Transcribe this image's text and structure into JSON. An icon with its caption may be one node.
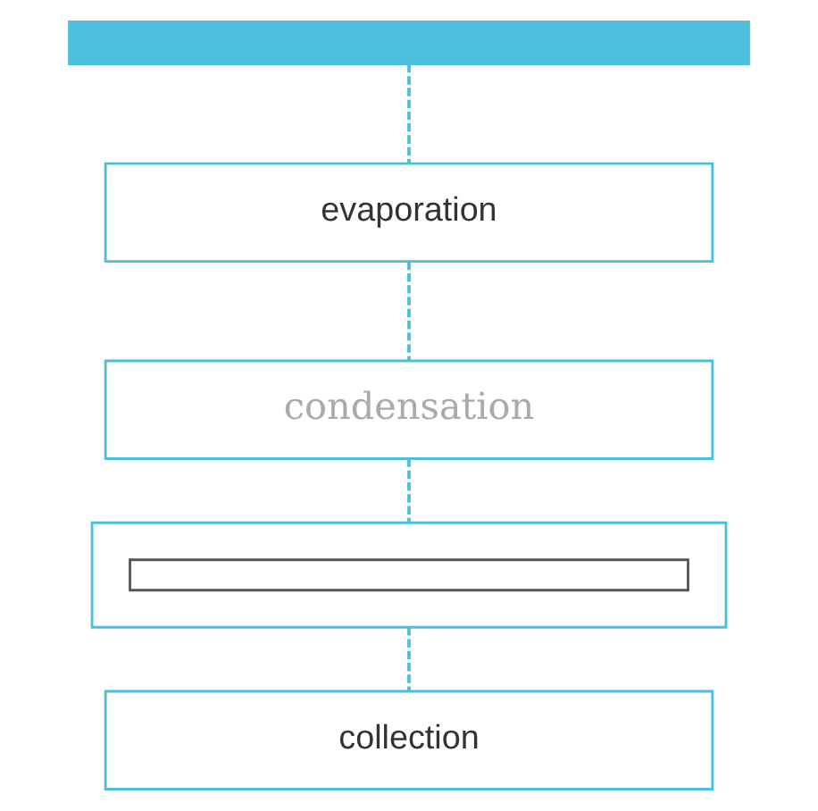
{
  "diagram": {
    "nodes": [
      {
        "text": [],
        "shape": "bar"
      },
      {
        "text": [
          "evaporation"
        ]
      },
      {
        "text": [
          "condensation"
        ]
      },
      {
        "text": [],
        "shape": "box"
      },
      {
        "text": [],
        "shape": "box",
        "in": 3
      },
      {
        "text": [
          "collection"
        ]
      }
    ],
    "edges": [
      {
        "from": 0,
        "to": 1,
        "arrow": "none",
        "style": "dashed"
      },
      {
        "from": 1,
        "to": 2,
        "arrow": "none",
        "style": "dashed"
      },
      {
        "from": 2,
        "to": 3,
        "arrow": "none",
        "style": "dashed"
      },
      {
        "from": 3,
        "to": 5,
        "arrow": "none",
        "style": "dashed"
      }
    ]
  }
}
